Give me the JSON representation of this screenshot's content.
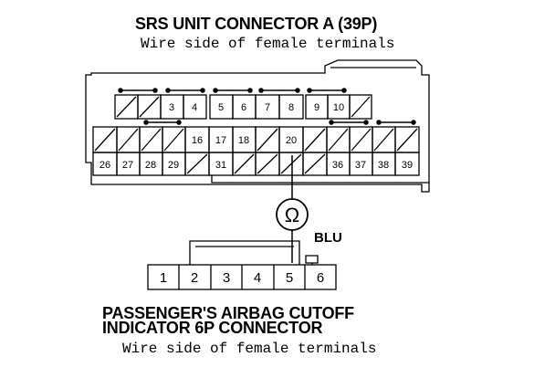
{
  "connector_a": {
    "title": "SRS UNIT CONNECTOR A (39P)",
    "subtitle": "Wire side of female terminals",
    "row1": [
      "",
      "",
      "3",
      "4",
      "5",
      "6",
      "7",
      "8",
      "9",
      "10",
      "",
      ""
    ],
    "row2": [
      "",
      "",
      "",
      "",
      "16",
      "17",
      "18",
      "",
      "20",
      "",
      "",
      "",
      "",
      "",
      ""
    ],
    "row3": [
      "26",
      "27",
      "28",
      "29",
      "",
      "31",
      "",
      "",
      "",
      "",
      "36",
      "37",
      "38",
      "39"
    ]
  },
  "meter": {
    "symbol": "Ω",
    "wire_color": "BLU"
  },
  "connector_b": {
    "title_line1": "PASSENGER'S AIRBAG CUTOFF",
    "title_line2": "INDICATOR 6P CONNECTOR",
    "subtitle": "Wire side of female terminals",
    "pins": [
      "1",
      "2",
      "3",
      "4",
      "5",
      "6"
    ]
  },
  "colors": {
    "ink": "#000000",
    "paper": "#ffffff"
  }
}
